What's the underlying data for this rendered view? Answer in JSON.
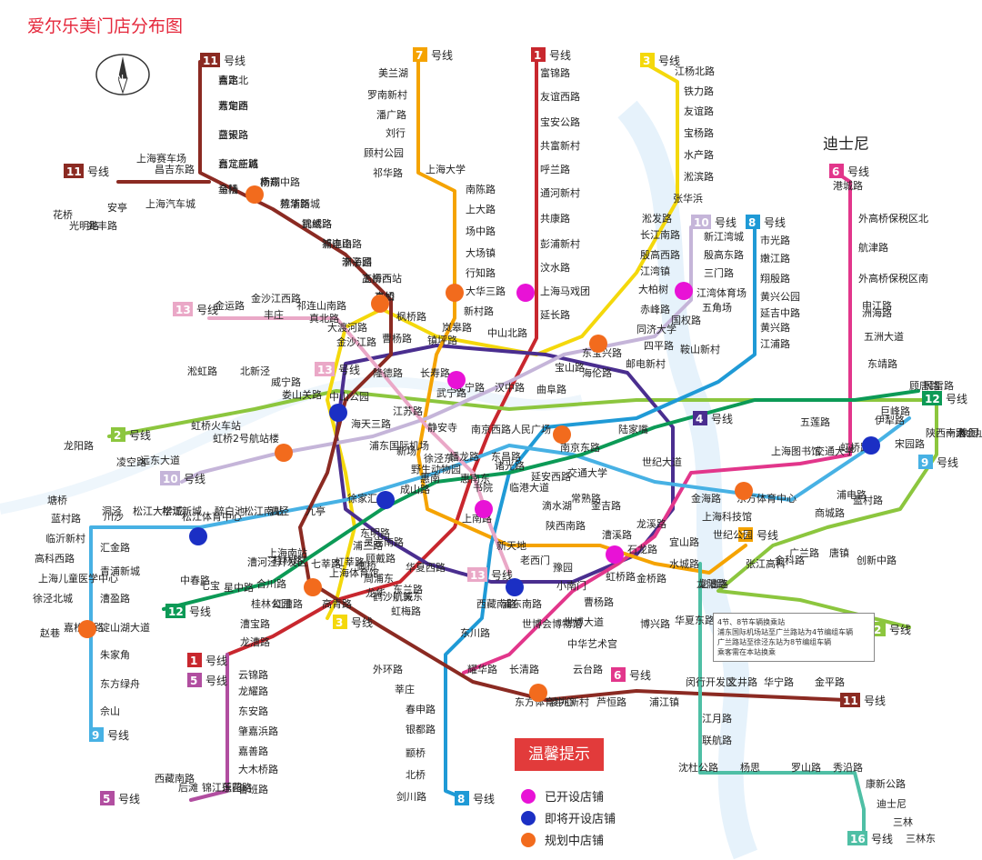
{
  "title": "爱尔乐美门店分布图",
  "disney_label": "迪士尼",
  "compass_label": "N",
  "legend": {
    "heading": "温馨提示",
    "items": [
      {
        "label": "已开设店铺",
        "color": "#e812d6"
      },
      {
        "label": "即将开设店铺",
        "color": "#1b2fc4"
      },
      {
        "label": "规划中店铺",
        "color": "#f26b1d"
      }
    ]
  },
  "note_lines": [
    "4节、8节车辆换乘站",
    "浦东国际机场站至广兰路站为4节编组车辆",
    "广兰路站至徐泾东站为8节编组车辆",
    "乘客需在本站换乘"
  ],
  "lines": [
    {
      "id": "1",
      "color": "#c8272e"
    },
    {
      "id": "2",
      "color": "#8cc63e"
    },
    {
      "id": "3",
      "color": "#f4d80b"
    },
    {
      "id": "4",
      "color": "#4a2e8f"
    },
    {
      "id": "5",
      "color": "#b14ea0"
    },
    {
      "id": "6",
      "color": "#e2368b"
    },
    {
      "id": "7",
      "color": "#f5a300"
    },
    {
      "id": "8",
      "color": "#1f9ad6"
    },
    {
      "id": "9",
      "color": "#47b1e4"
    },
    {
      "id": "10",
      "color": "#c5b5d9"
    },
    {
      "id": "11",
      "color": "#8b2a22"
    },
    {
      "id": "12",
      "color": "#0c9a56"
    },
    {
      "id": "13",
      "color": "#eaa8c7"
    },
    {
      "id": "16",
      "color": "#4fbfa5"
    }
  ],
  "line_suffix": "号线",
  "stations": [
    "嘉定北",
    "嘉定西",
    "白银路",
    "嘉定新城",
    "马陆",
    "南翔",
    "桃浦新城",
    "武威路",
    "祁连山路",
    "李子园",
    "上海西站",
    "真如",
    "枫桥路",
    "曹杨路",
    "花桥",
    "光明路",
    "兆丰路",
    "安亭",
    "上海汽车城",
    "上海赛车场",
    "昌吉东路",
    "美兰湖",
    "罗南新村",
    "潘广路",
    "刘行",
    "顾村公园",
    "祁华路",
    "上海大学",
    "南陈路",
    "上大路",
    "场中路",
    "大场镇",
    "行知路",
    "大华三路",
    "新村路",
    "岚皋路",
    "镇坪路",
    "富锦路",
    "友谊西路",
    "宝安公路",
    "共富新村",
    "呼兰路",
    "通河新村",
    "共康路",
    "彭浦新村",
    "汶水路",
    "上海马戏团",
    "延长路",
    "中山北路",
    "江杨北路",
    "铁力路",
    "友谊路",
    "宝杨路",
    "水产路",
    "淞滨路",
    "张华浜",
    "淞发路",
    "长江南路",
    "殷高西路",
    "江湾镇",
    "大柏树",
    "赤峰路",
    "东宝兴路",
    "新江湾城",
    "殷高东路",
    "三门路",
    "江湾体育场",
    "五角场",
    "国权路",
    "同济大学",
    "四平路",
    "邮电新村",
    "海伦路",
    "市光路",
    "嫩江路",
    "翔殷路",
    "黄兴公园",
    "延吉中路",
    "黄兴路",
    "江浦路",
    "鞍山新村",
    "港城路",
    "外高桥保税区北",
    "航津路",
    "外高桥保税区南",
    "洲海路",
    "五洲大道",
    "东靖路",
    "五莲路",
    "巨峰路",
    "金运路",
    "金沙江西路",
    "丰庄",
    "祁连山南路",
    "真北路",
    "大渡河路",
    "金沙江路",
    "隆德路",
    "长寿路",
    "武宁路",
    "江宁路",
    "汉中路",
    "曲阜路",
    "宝山路",
    "虹桥火车站",
    "虹桥2号航站楼",
    "淞虹路",
    "北新泾",
    "威宁路",
    "娄山关路",
    "中山公园",
    "江苏路",
    "静安寺",
    "南京西路",
    "人民广场",
    "南京东路",
    "陆家嘴",
    "东昌路",
    "世纪大道",
    "上海科技馆",
    "世纪公园",
    "龙阳路",
    "张江高科",
    "金科路",
    "广兰路",
    "唐镇",
    "创新中路",
    "华夏东路",
    "川沙",
    "凌空路",
    "远东大道",
    "海天三路",
    "浦东国际机场",
    "徐泾东",
    "蟠龙路",
    "诸光路",
    "延安西路",
    "交通大学",
    "常熟路",
    "陕西南路",
    "新天地",
    "老西门",
    "豫园",
    "小南门",
    "西藏南路",
    "浦东南路",
    "世博会博物馆",
    "世博大道",
    "中华艺术宫",
    "云台路",
    "长清路",
    "耀华路",
    "成山路",
    "东明路",
    "高青路",
    "华夏西路",
    "上南路",
    "灵岩南路",
    "徐家汇",
    "上海体育馆",
    "上海南站",
    "龙华",
    "龙漕路",
    "漕溪路",
    "宜山路",
    "虹桥路",
    "曹杨路",
    "石龙路",
    "龙阳路",
    "塘桥",
    "蓝村路",
    "临沂新村",
    "高科西路",
    "上海儿童医学中心",
    "徐泾北城",
    "嘉松中路",
    "赵巷",
    "汇金路",
    "青浦新城",
    "漕盈路",
    "淀山湖大道",
    "朱家角",
    "东方绿舟",
    "佘山",
    "洞泾",
    "松江大学城",
    "松江新城",
    "松江体育中心",
    "醉白池",
    "松江南站",
    "泗泾",
    "九亭",
    "中春路",
    "七宝",
    "星中路",
    "合川路",
    "漕河泾开发区",
    "桂林路",
    "七莘路",
    "虹莘路",
    "顾戴路",
    "东兰路",
    "虹梅路",
    "虹漕路",
    "桂林公园",
    "漕宝路",
    "龙漕路",
    "云锦路",
    "龙耀路",
    "东安路",
    "肇嘉浜路",
    "嘉善路",
    "大木桥路",
    "鲁班路",
    "西藏南路",
    "后滩",
    "锦江乐园",
    "莲花路",
    "外环路",
    "莘庄",
    "春申路",
    "银都路",
    "颛桥",
    "北桥",
    "剑川路",
    "东川路",
    "闵行开发区",
    "文井路",
    "华宁路",
    "金平路",
    "东方体育中心",
    "凌兆新村",
    "芦恒路",
    "浦江镇",
    "江月路",
    "联航路",
    "沈杜公路",
    "杨思",
    "罗山路",
    "秀沿路",
    "康新公路",
    "迪士尼",
    "三林",
    "三林东",
    "浦三路",
    "御桥",
    "周浦东",
    "鹤沙航城",
    "航头东",
    "新场",
    "野生动物园",
    "惠南",
    "惠南东",
    "书院",
    "临港大道",
    "滴水湖",
    "龙溪路",
    "水城路",
    "伊犁路",
    "宋园路",
    "虹桥路",
    "交通大学",
    "上海图书馆",
    "陕西南路",
    "一大会址·新天地",
    "豫园",
    "商城路",
    "浦电路",
    "蓝村路",
    "东方体育中心",
    "金海路",
    "金吉路",
    "博兴路",
    "金桥路",
    "申江路",
    "顾唐路",
    "民雷路",
    "曹路",
    "芳甸路",
    "蓝天路",
    "台儿庄路",
    "金桥",
    "杨高中路",
    "芳华路",
    "锦绣路",
    "浦电路",
    "洲海路",
    "高桥西",
    "高桥"
  ]
}
